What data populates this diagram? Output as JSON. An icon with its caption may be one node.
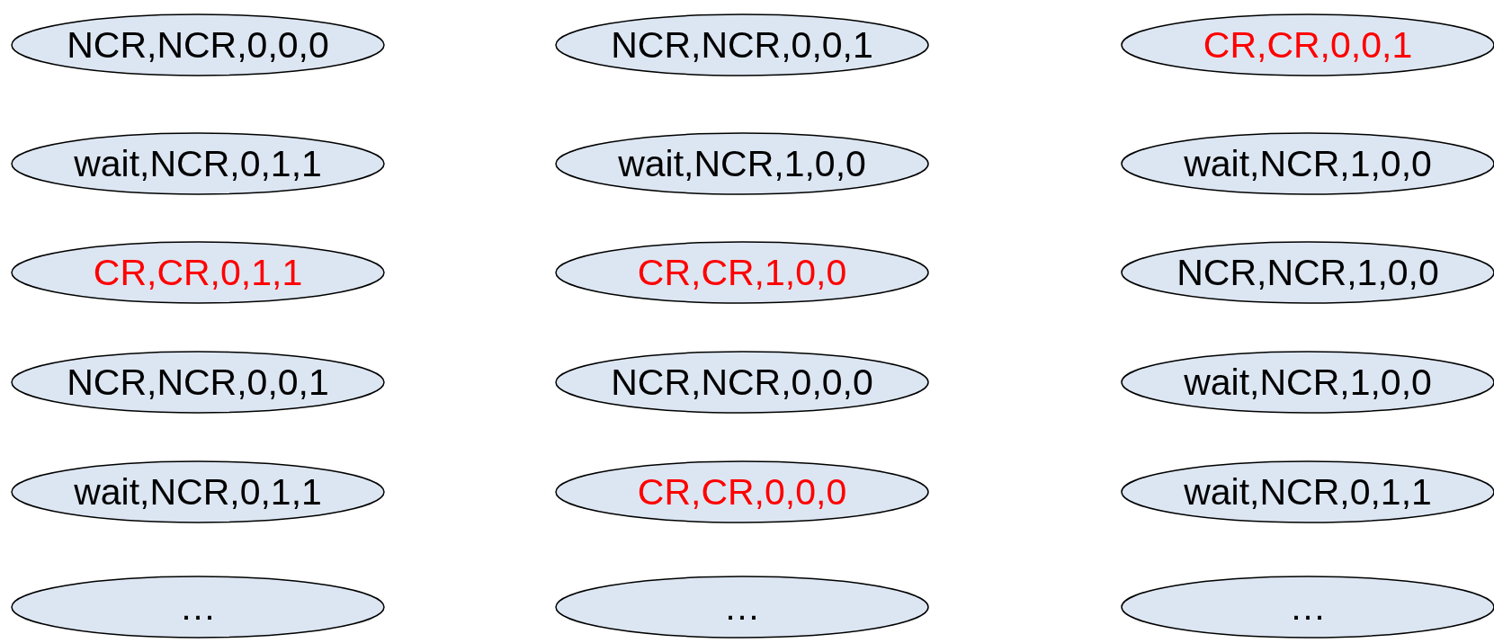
{
  "diagram": {
    "nodes": [
      {
        "text": [
          "NCR,NCR,0,0,0"
        ]
      },
      {
        "text": [
          "NCR,NCR,0,0,1"
        ]
      },
      {
        "text": [
          "CR,CR,0,0,1"
        ]
      },
      {
        "text": [
          "wait,NCR,0,1,1"
        ]
      },
      {
        "text": [
          "wait,NCR,1,0,0"
        ]
      },
      {
        "text": [
          "wait,NCR,1,0,0"
        ]
      },
      {
        "text": [
          "CR,CR,0,1,1"
        ]
      },
      {
        "text": [
          "CR,CR,1,0,0"
        ]
      },
      {
        "text": [
          "NCR,NCR,1,0,0"
        ]
      },
      {
        "text": [
          "NCR,NCR,0,0,1"
        ]
      },
      {
        "text": [
          "NCR,NCR,0,0,0"
        ]
      },
      {
        "text": [
          "wait,NCR,1,0,0"
        ]
      },
      {
        "text": [
          "wait,NCR,0,1,1"
        ]
      },
      {
        "text": [
          "CR,CR,0,0,0"
        ]
      },
      {
        "text": [
          "wait,NCR,0,1,1"
        ]
      },
      {
        "text": [
          "…"
        ]
      },
      {
        "text": [
          "…"
        ]
      },
      {
        "text": [
          "…"
        ]
      }
    ]
  }
}
